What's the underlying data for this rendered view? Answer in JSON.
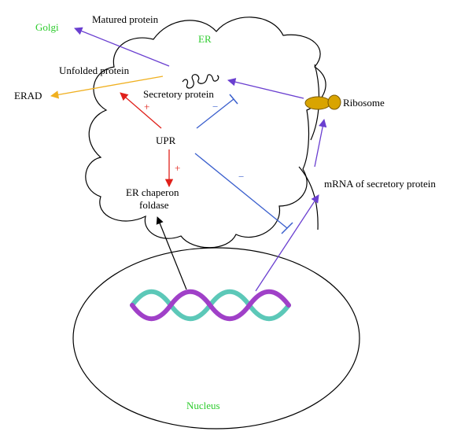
{
  "labels": {
    "golgi": "Golgi",
    "matured_protein": "Matured protein",
    "er": "ER",
    "unfolded_protein": "Unfolded protein",
    "erad": "ERAD",
    "secretory_protein": "Secretory protein",
    "ribosome": "Ribosome",
    "upr": "UPR",
    "er_chaperon": "ER chaperon",
    "foldase": "foldase",
    "mrna": "mRNA of secretory protein",
    "nucleus": "Nucleus"
  },
  "signs": {
    "upr_to_unfolded": "+",
    "upr_to_chaperon": "+",
    "upr_to_secretory": "−",
    "upr_to_mrna": "−"
  },
  "colors": {
    "compartment_label": "#2ecc2e",
    "purple_arrow": "#6a3fd0",
    "red_arrow": "#e0201a",
    "blue_inhibition": "#3a5fcd",
    "orange_arrow": "#f0b020",
    "ribosome_fill": "#d9a400",
    "dna_strand_a": "#a040c8",
    "dna_strand_b": "#5cc8b8"
  }
}
